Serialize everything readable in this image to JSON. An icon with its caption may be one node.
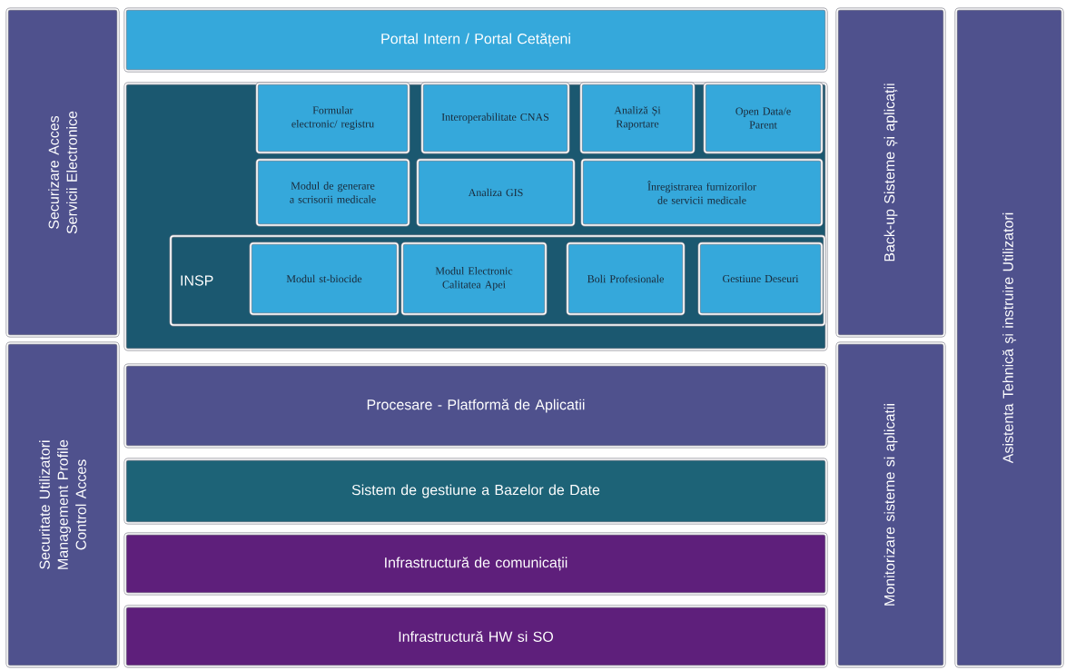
{
  "diagram": {
    "nodes": [
      {
        "text": [
          "Securizare Acces Servicii Electronice"
        ]
      },
      {
        "text": [
          "Portal Intern / Portal Cetățeni"
        ]
      },
      {
        "text": [
          "Back-up Sisteme și aplicații"
        ]
      },
      {
        "text": [
          "Asistenta Tehnică și instruire Utilizatori"
        ]
      },
      {
        "text": [],
        "shape": "box"
      },
      {
        "text": [
          "Formular electronic/ registru"
        ],
        "in": 4
      },
      {
        "text": [
          "Interoperabilitate CNAS"
        ],
        "in": 4
      },
      {
        "text": [
          "Analiză Și Raportare"
        ],
        "in": 4
      },
      {
        "text": [
          "Open Data/e Parent"
        ],
        "in": 4
      },
      {
        "text": [
          "Modul de generare a scrisorii medicale"
        ],
        "in": 4
      },
      {
        "text": [
          "Analiza GIS"
        ],
        "in": 4
      },
      {
        "text": [
          "Înregistrarea furnizorilor de servicii medicale"
        ],
        "in": 4
      },
      {
        "text": [
          "INSP"
        ],
        "in": 4
      },
      {
        "text": [
          "Modul st-biocide"
        ],
        "in": 12
      },
      {
        "text": [
          "Modul Electronic Calitatea Apei"
        ],
        "in": 12
      },
      {
        "text": [
          "Boli Profesionale"
        ],
        "in": 12
      },
      {
        "text": [
          "Gestiune Deseuri"
        ],
        "in": 12
      },
      {
        "text": [
          "Securitate Utilizatori Management Profile Control Acces"
        ]
      },
      {
        "text": [
          "Procesare - Platformă de Aplicatii"
        ]
      },
      {
        "text": [
          "Sistem de gestiune a Bazelor de Date"
        ]
      },
      {
        "text": [
          "Infrastructură de comunicații"
        ]
      },
      {
        "text": [
          "Infrastructură HW si SO"
        ]
      },
      {
        "text": [
          "Monitorizare sisteme si aplicatii"
        ]
      }
    ]
  }
}
